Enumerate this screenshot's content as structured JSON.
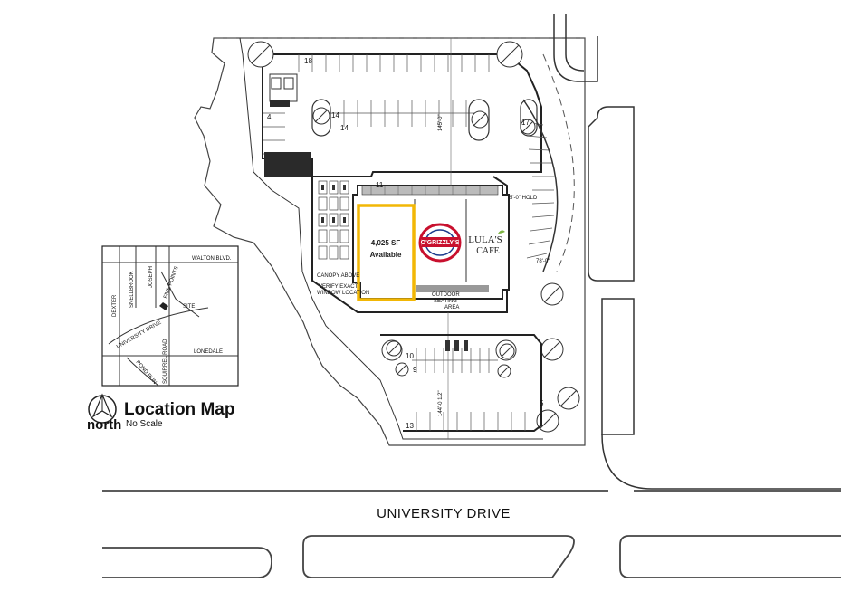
{
  "available_space": {
    "area": "4,025 SF",
    "status": "Available",
    "highlight_color": "#f2b705"
  },
  "tenants": [
    {
      "name": "O'GRIZZLY'S",
      "logo_colors": [
        "#c8102e",
        "#1a3a8c"
      ]
    },
    {
      "name": "LULA'S",
      "sub": "CAFE"
    }
  ],
  "streets": {
    "main": "UNIVERSITY DRIVE"
  },
  "site_notes": {
    "canopy": "CANOPY ABOVE",
    "verify": "VERIFY EXACT",
    "window": "WINDOW LOCATION",
    "outdoor1": "OUTDOOR",
    "outdoor2": "SEATING",
    "outdoor3": "AREA",
    "hold": "5'-0\" HOLD",
    "dim1": "145'-0\"",
    "dim2": "144'-0 1/2\"",
    "dim3": "78'-0\""
  },
  "stall_counts": [
    "18",
    "4",
    "14",
    "14",
    "17",
    "11",
    "10",
    "9",
    "13",
    "5"
  ],
  "location_map": {
    "title": "Location Map",
    "scale": "No Scale",
    "north": "north",
    "roads": [
      "WALTON BLVD.",
      "DEXTER",
      "SNELLBROOK",
      "JOSEPH",
      "FIVE POINTS",
      "SITE",
      "UNIVERSITY DRIVE",
      "POND RUN",
      "SQUIRREL ROAD",
      "LONEDALE"
    ]
  }
}
